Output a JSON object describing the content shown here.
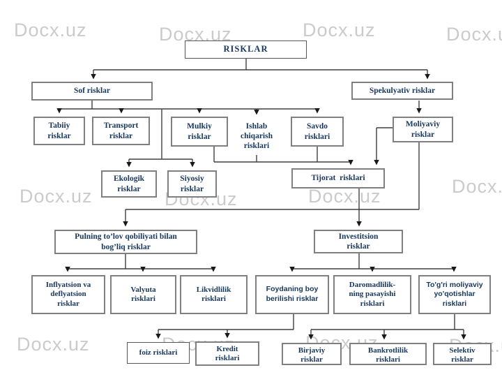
{
  "watermark": {
    "text": "Docx.uz"
  },
  "nodes": {
    "risklar": {
      "label": "RISKLAR"
    },
    "sof": {
      "label": "Sof risklar"
    },
    "spekulyativ": {
      "label": "Spekulyativ risklar"
    },
    "tabiiy": {
      "label": "Tabiiy\nrisklar"
    },
    "transport": {
      "label": "Transport\nrisklar"
    },
    "mulkiy": {
      "label": "Mulkiy\nrisklar"
    },
    "ishlab": {
      "label": "Ishlab\nchiqarish\nrisklari"
    },
    "savdo": {
      "label": "Savdo\nrisklari"
    },
    "moliyaviy": {
      "label": "Moliyaviy\nrisklar"
    },
    "ekologik": {
      "label": "Ekologik\nrisklar"
    },
    "siyosiy": {
      "label": "Siyosiy\nrisklar"
    },
    "tijorat": {
      "label": "Tijorat  risklari"
    },
    "pulning": {
      "label": "Pulning to’lov qobiliyati bilan\nbog’liq risklar"
    },
    "investitsion": {
      "label": "Investitsion\nrisklar"
    },
    "inflyatsion": {
      "label": "Inflyatsion va\ndeflyatsion\nrisklar"
    },
    "valyuta": {
      "label": "Valyuta\nrisklari"
    },
    "likvidlilik": {
      "label": "Likvidlilik\nrisklari"
    },
    "foydaning": {
      "label": "Foydaning boy\nberilishi risklar"
    },
    "daromadlilik": {
      "label": "Daromadlilik-\nning pasayishi\nrisklari"
    },
    "togri": {
      "label": "To'g'ri moliyaviy\nyo'qotishlar\nrisklari"
    },
    "foiz": {
      "label": "foiz risklari"
    },
    "kredit": {
      "label": "Kredit\nrisklari"
    },
    "birjaviy": {
      "label": "Birjaviy\nrisklar"
    },
    "bankrotlilik": {
      "label": "Bankrotlilik\nrisklari"
    },
    "selektiv": {
      "label": "Selektiv\nrisklar"
    }
  }
}
